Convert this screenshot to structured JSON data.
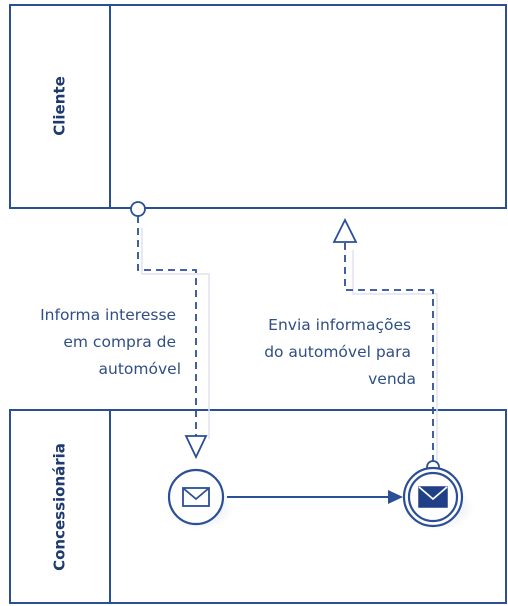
{
  "pools": {
    "client": {
      "label": "Cliente"
    },
    "dealer": {
      "label": "Concessionária"
    }
  },
  "message_flows": {
    "interest": {
      "label_lines": [
        "Informa  interesse",
        "em compra de",
        "automóvel"
      ]
    },
    "info": {
      "label_lines": [
        "Envia informações",
        "do automóvel para",
        "venda"
      ]
    }
  },
  "events": {
    "start": {
      "type": "message-start-event"
    },
    "intermediate": {
      "type": "message-intermediate-throw-event"
    }
  },
  "colors": {
    "stroke": "#2b4f96",
    "text": "#2f4f86",
    "pool_label": "#1f3a6e",
    "event_fill": "#ffffff",
    "throw_fill": "#1f3f87",
    "shadow": "#c5cddc"
  }
}
